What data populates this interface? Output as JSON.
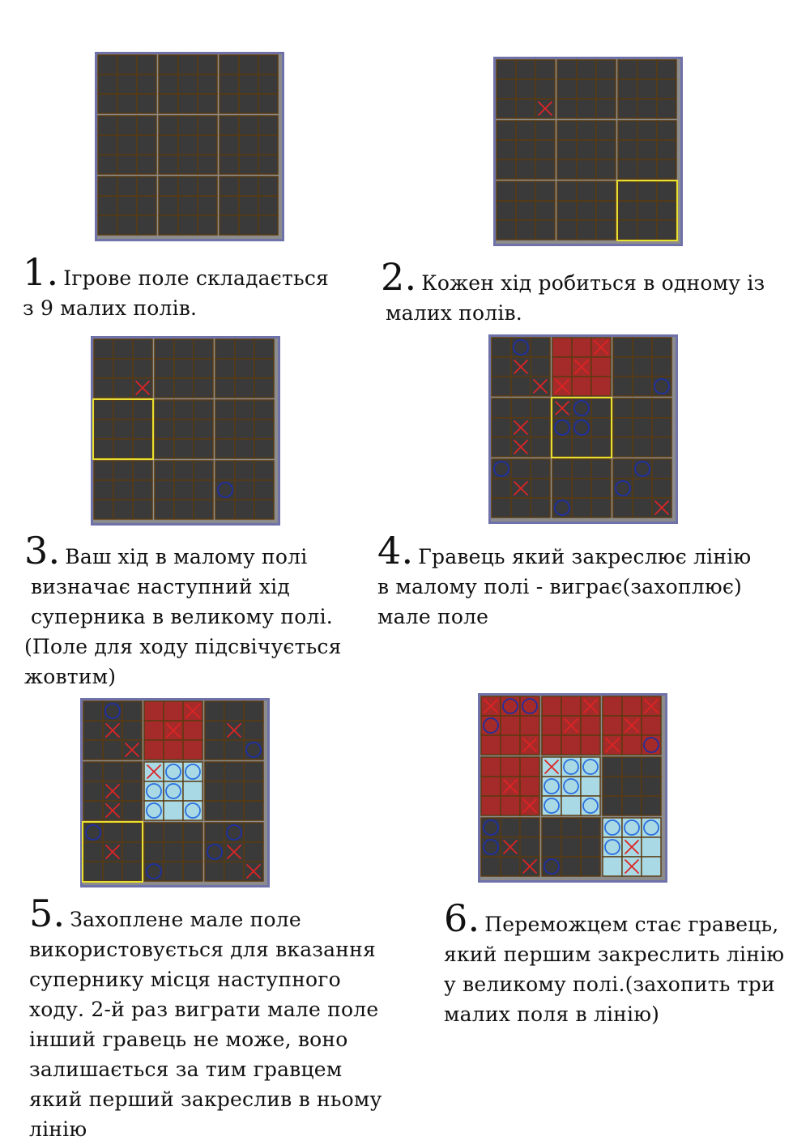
{
  "colors": {
    "frame": "#6f72a8",
    "big_line": "#8c8c8c",
    "cell_line": "#5a3a10",
    "cell": "#3a3a3a",
    "x": "#dd2424",
    "o": "#1f2fa0",
    "o_light": "#2b6fe0",
    "red_fill": "#a52a2a",
    "blue_fill": "#a9d9e4",
    "highlight": "#e8e030"
  },
  "steps": [
    {
      "number": "1.",
      "lines": [
        "Ігрове поле складається",
        "з 9 малих полів."
      ],
      "board": {
        "highlight": null,
        "captured": {},
        "x": [],
        "o": []
      }
    },
    {
      "number": "2.",
      "lines": [
        "Кожен хід робиться в одному із",
        "малих полів."
      ],
      "board": {
        "highlight": [
          2,
          2
        ],
        "captured": {},
        "x": [
          [
            2,
            2
          ]
        ],
        "o": []
      }
    },
    {
      "number": "3.",
      "lines": [
        "Ваш хід в малому полі",
        "визначає наступний хід",
        "суперника в великому полі.",
        "(Поле для ходу підсвічується",
        "жовтим)"
      ],
      "board": {
        "highlight": [
          1,
          0
        ],
        "captured": {},
        "x": [
          [
            2,
            2
          ]
        ],
        "o": [
          [
            7,
            6
          ]
        ]
      }
    },
    {
      "number": "4.",
      "lines": [
        "Гравець який закреслює лінію",
        "в малому полі - виграє(захоплює)",
        "мале поле"
      ],
      "board": {
        "highlight": [
          1,
          1
        ],
        "captured": {
          "0,1": "red"
        },
        "x": [
          [
            0,
            5
          ],
          [
            1,
            1
          ],
          [
            1,
            4
          ],
          [
            2,
            2
          ],
          [
            2,
            3
          ],
          [
            3,
            3
          ],
          [
            4,
            1
          ],
          [
            5,
            1
          ],
          [
            7,
            1
          ],
          [
            8,
            8
          ]
        ],
        "o": [
          [
            0,
            1
          ],
          [
            2,
            8
          ],
          [
            3,
            4
          ],
          [
            4,
            3
          ],
          [
            4,
            4
          ],
          [
            6,
            0
          ],
          [
            6,
            7
          ],
          [
            7,
            6
          ],
          [
            8,
            3
          ]
        ]
      }
    },
    {
      "number": "5.",
      "lines": [
        "Захоплене мале поле",
        "використовується для вказання",
        "супернику місця наступного",
        "ходу. 2-й раз виграти мале поле",
        "інший гравець не може, воно",
        "залишається за тим гравцем",
        "який перший закреслив в ньому",
        "лінію"
      ],
      "board": {
        "highlight": [
          2,
          0
        ],
        "captured": {
          "0,1": "red",
          "1,1": "blue"
        },
        "x": [
          [
            0,
            5
          ],
          [
            1,
            1
          ],
          [
            1,
            4
          ],
          [
            1,
            7
          ],
          [
            2,
            2
          ],
          [
            3,
            3
          ],
          [
            4,
            1
          ],
          [
            5,
            1
          ],
          [
            7,
            1
          ],
          [
            7,
            7
          ],
          [
            8,
            8
          ]
        ],
        "o": [
          [
            0,
            1
          ],
          [
            2,
            8
          ],
          [
            3,
            4
          ],
          [
            3,
            5
          ],
          [
            4,
            3
          ],
          [
            4,
            4
          ],
          [
            5,
            3
          ],
          [
            5,
            5
          ],
          [
            6,
            0
          ],
          [
            6,
            7
          ],
          [
            7,
            6
          ],
          [
            8,
            3
          ]
        ]
      }
    },
    {
      "number": "6.",
      "lines": [
        "Переможцем стає гравець,",
        "який першим закреслить лінію",
        "у великому полі.(захопить три",
        "малих поля в лінію)"
      ],
      "board": {
        "highlight": null,
        "captured": {
          "0,0": "red",
          "0,1": "red",
          "0,2": "red",
          "1,0": "red",
          "1,1": "blue",
          "2,2": "blue"
        },
        "x": [
          [
            0,
            0
          ],
          [
            0,
            5
          ],
          [
            0,
            8
          ],
          [
            1,
            4
          ],
          [
            1,
            7
          ],
          [
            2,
            2
          ],
          [
            2,
            6
          ],
          [
            3,
            3
          ],
          [
            4,
            1
          ],
          [
            5,
            2
          ],
          [
            7,
            1
          ],
          [
            7,
            7
          ],
          [
            8,
            2
          ],
          [
            8,
            7
          ]
        ],
        "o": [
          [
            0,
            1
          ],
          [
            0,
            2
          ],
          [
            1,
            0
          ],
          [
            2,
            8
          ],
          [
            3,
            4
          ],
          [
            3,
            5
          ],
          [
            4,
            3
          ],
          [
            4,
            4
          ],
          [
            5,
            3
          ],
          [
            5,
            5
          ],
          [
            6,
            0
          ],
          [
            6,
            6
          ],
          [
            6,
            7
          ],
          [
            6,
            8
          ],
          [
            7,
            0
          ],
          [
            7,
            6
          ],
          [
            8,
            3
          ]
        ]
      }
    }
  ]
}
